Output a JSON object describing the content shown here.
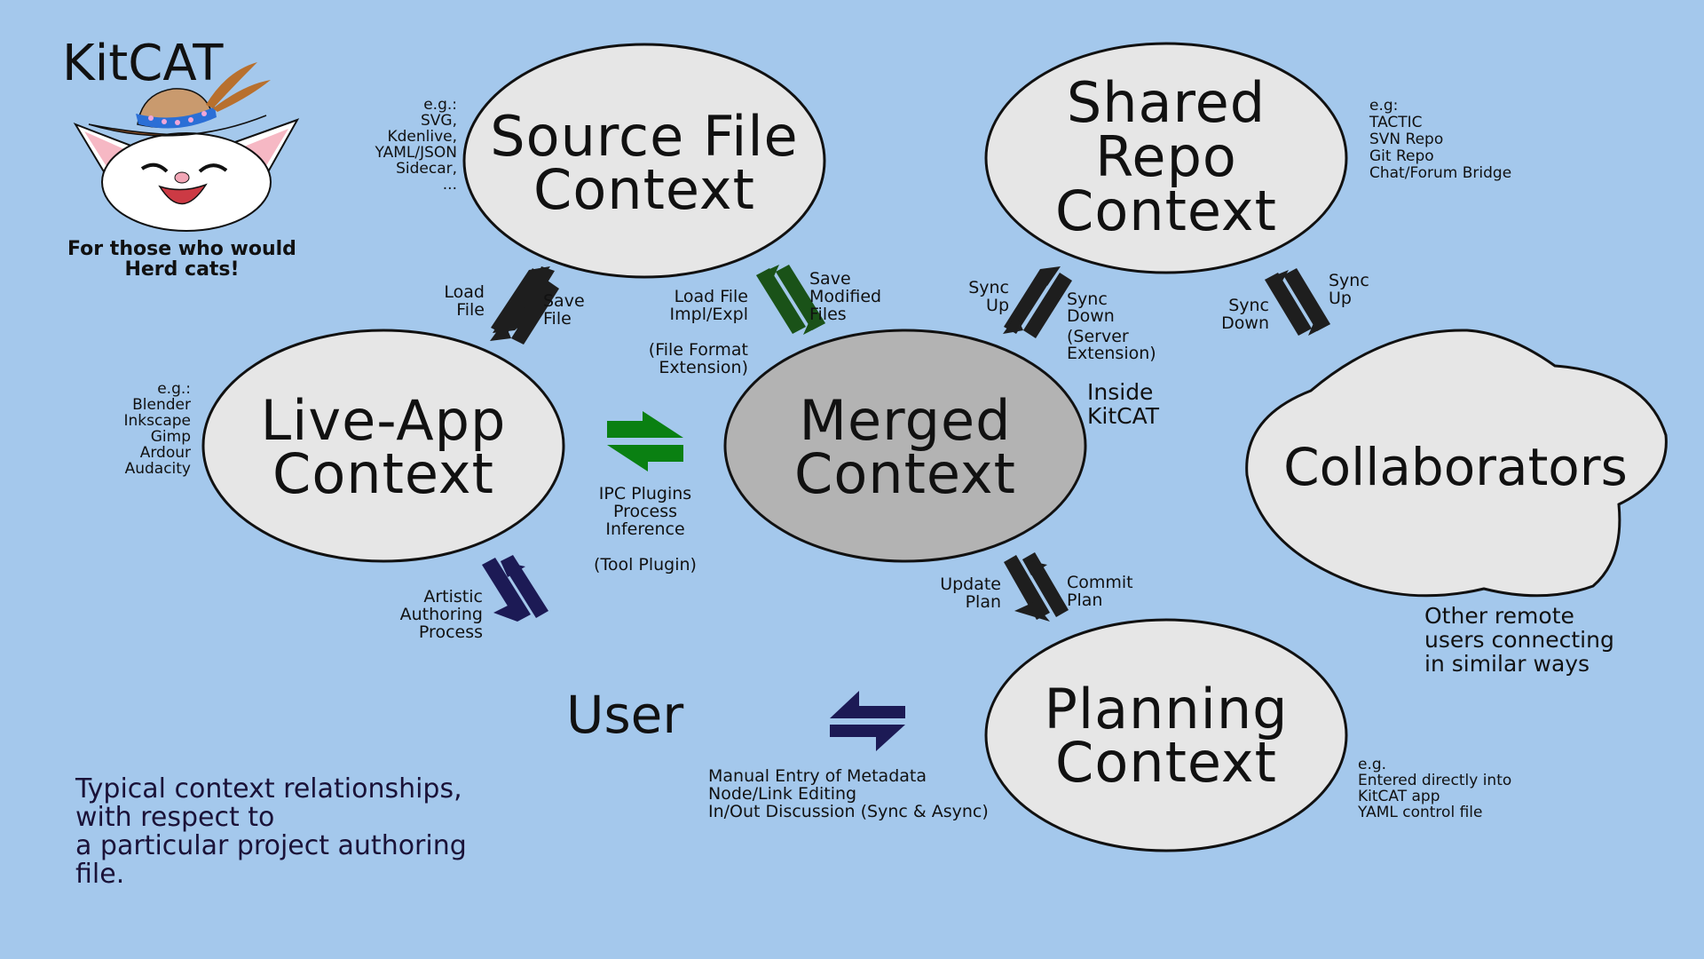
{
  "logo": {
    "title": "KitCAT",
    "tagline_line1": "For those who would",
    "tagline_line2": "Herd cats!",
    "icon": "cat-in-cowboy-hat-mascot"
  },
  "colors": {
    "background": "#a4c8ec",
    "node_fill": "#e6e6e6",
    "merged_fill": "#b3b3b3",
    "arrow_black": "#1e1e1e",
    "arrow_dark_green": "#1a5218",
    "arrow_green": "#0a8012",
    "arrow_navy": "#1c1a55",
    "caption_text": "#1a1238"
  },
  "nodes": {
    "source_file": {
      "line1": "Source File",
      "line2": "Context",
      "examples": [
        "e.g.:",
        "SVG,",
        "Kdenlive,",
        "YAML/JSON",
        "Sidecar,",
        "..."
      ]
    },
    "shared_repo": {
      "line1": "Shared",
      "line2": "Repo",
      "line3": "Context",
      "examples": [
        "e.g:",
        "TACTIC",
        "SVN Repo",
        "Git Repo",
        "Chat/Forum Bridge"
      ]
    },
    "live_app": {
      "line1": "Live-App",
      "line2": "Context",
      "examples": [
        "e.g.:",
        "Blender",
        "Inkscape",
        "Gimp",
        "Ardour",
        "Audacity"
      ]
    },
    "merged": {
      "line1": "Merged",
      "line2": "Context",
      "note_line1": "Inside",
      "note_line2": "KitCAT"
    },
    "planning": {
      "line1": "Planning",
      "line2": "Context",
      "examples": [
        "e.g.",
        "Entered directly into",
        "KitCAT app",
        "YAML control file"
      ]
    },
    "collaborators": {
      "label": "Collaborators",
      "note": [
        "Other remote",
        "users connecting",
        "in similar ways"
      ]
    },
    "user": {
      "label": "User"
    }
  },
  "edges": {
    "livefile_to_source": {
      "left": [
        "Load",
        "File"
      ],
      "right": [
        "Save",
        "File"
      ]
    },
    "merged_to_source": {
      "left": [
        "Load File",
        "Impl/Expl"
      ],
      "right": [
        "Save",
        "Modified",
        "Files"
      ],
      "below": [
        "(File Format",
        "Extension)"
      ]
    },
    "merged_to_repo": {
      "left": [
        "Sync",
        "Up"
      ],
      "right": [
        "Sync",
        "Down",
        "(Server",
        "Extension)"
      ]
    },
    "repo_to_collab": {
      "left": [
        "Sync",
        "Down"
      ],
      "right": [
        "Sync",
        "Up"
      ]
    },
    "live_to_merged": {
      "below": [
        "IPC Plugins",
        "Process",
        "Inference",
        "",
        "(Tool Plugin)"
      ]
    },
    "user_to_live": {
      "left": [
        "Artistic",
        "Authoring",
        "Process"
      ]
    },
    "merged_to_planning": {
      "left": [
        "Update",
        "Plan"
      ],
      "right": [
        "Commit",
        "Plan"
      ]
    },
    "user_to_planning": {
      "below": [
        "Manual Entry of Metadata",
        "Node/Link Editing",
        "In/Out Discussion (Sync & Async)"
      ]
    }
  },
  "caption": [
    "Typical context relationships,",
    "with respect to",
    "a particular project authoring",
    "file."
  ]
}
